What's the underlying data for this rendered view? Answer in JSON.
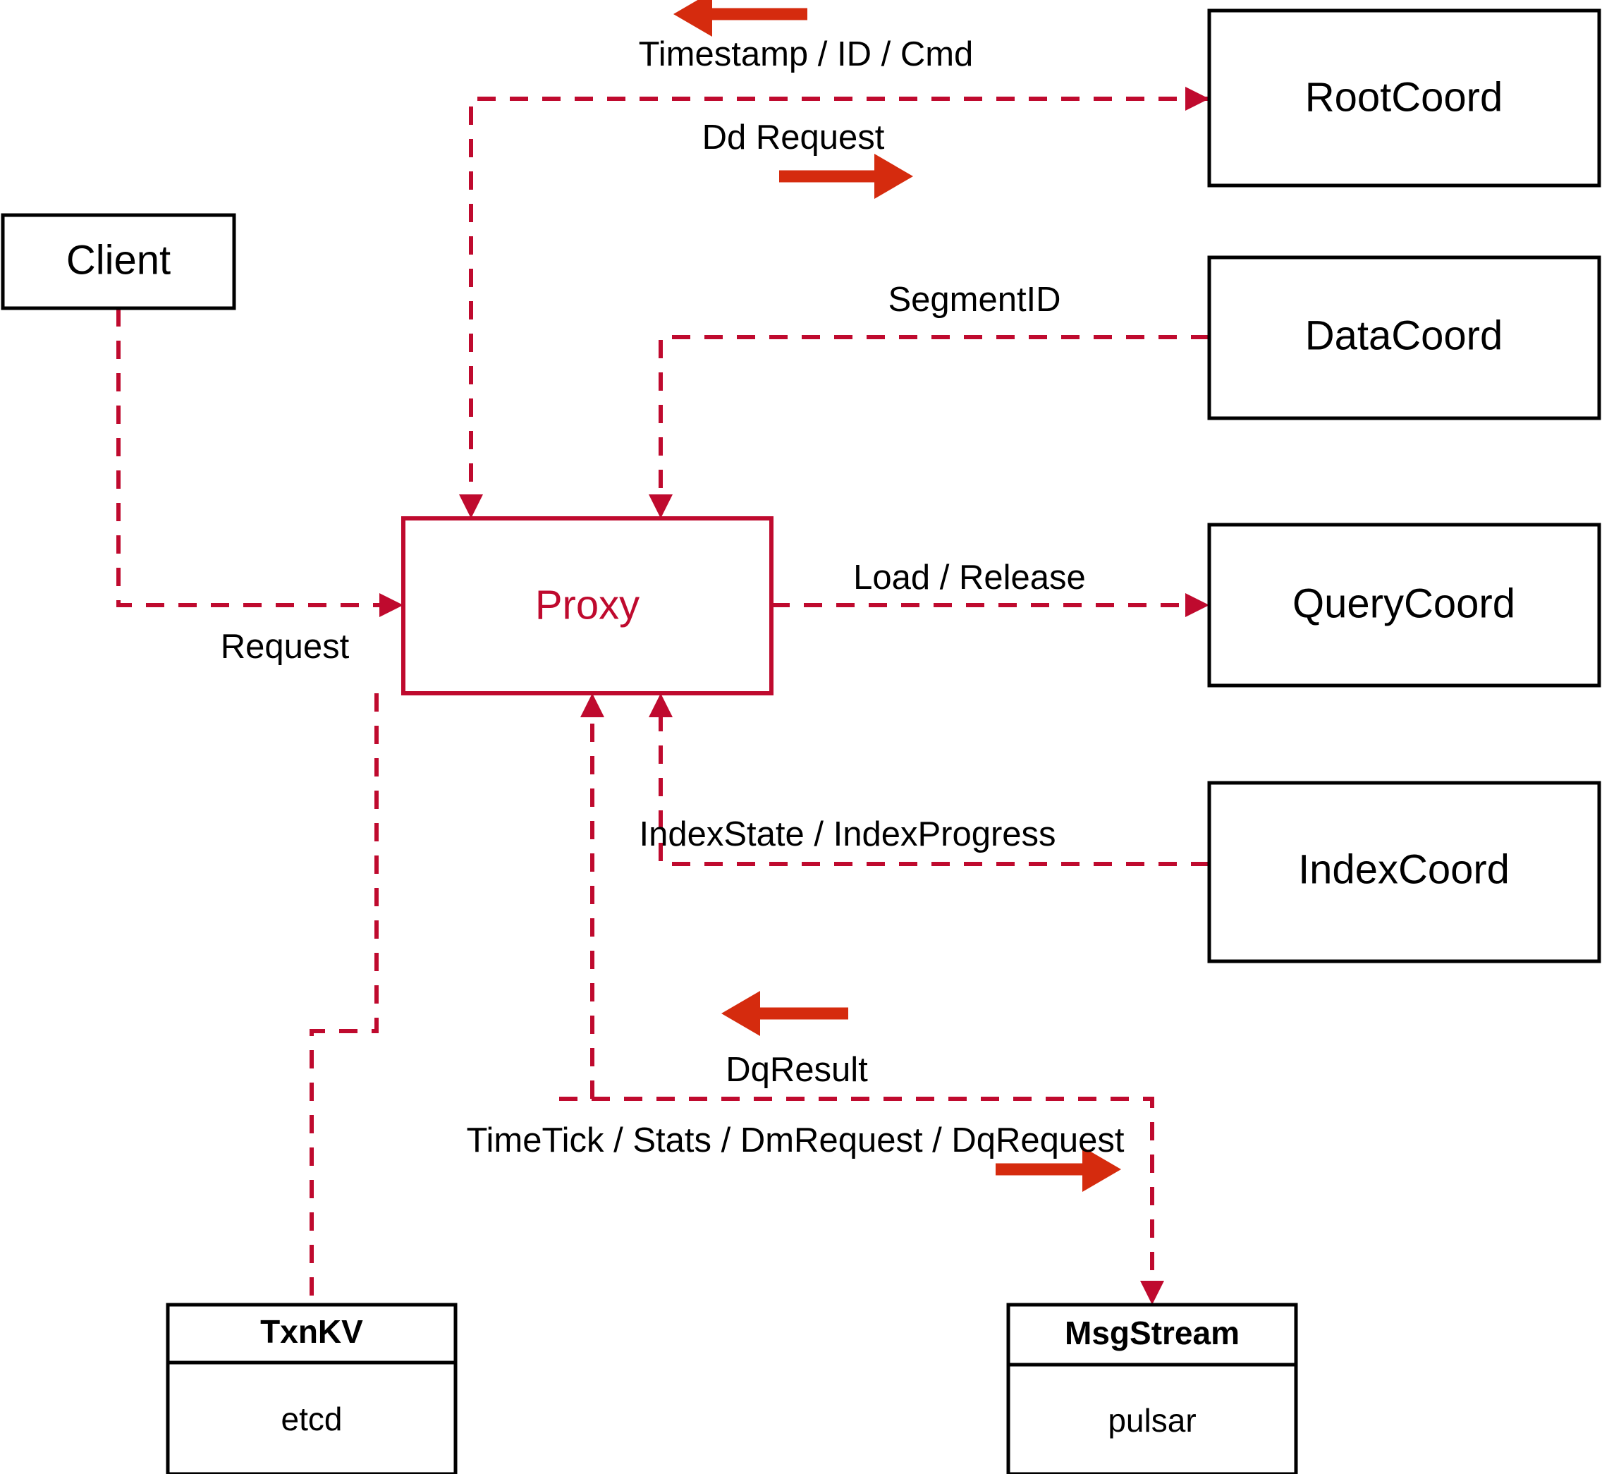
{
  "diagram": {
    "title": "Milvus Proxy interaction diagram",
    "colors": {
      "accent_red": "#bf0a2e",
      "arrow_red": "#d52b0e",
      "node_stroke": "#000000",
      "background": "#ffffff"
    }
  },
  "nodes": {
    "client": {
      "label": "Client"
    },
    "proxy": {
      "label": "Proxy"
    },
    "root_coord": {
      "label": "RootCoord"
    },
    "data_coord": {
      "label": "DataCoord"
    },
    "query_coord": {
      "label": "QueryCoord"
    },
    "index_coord": {
      "label": "IndexCoord"
    },
    "txnkv": {
      "header": "TxnKV",
      "body": "etcd"
    },
    "msgstream": {
      "header": "MsgStream",
      "body": "pulsar"
    }
  },
  "edges": [
    {
      "id": "client-to-proxy",
      "label": "Request",
      "from": "client",
      "to": "proxy",
      "direction": "right"
    },
    {
      "id": "proxy-to-rootcoord",
      "label": "Dd Request",
      "from": "proxy",
      "to": "root_coord",
      "direction": "right"
    },
    {
      "id": "rootcoord-to-proxy",
      "label": "Timestamp / ID / Cmd",
      "from": "root_coord",
      "to": "proxy",
      "direction": "left"
    },
    {
      "id": "datacoord-to-proxy",
      "label": "SegmentID",
      "from": "data_coord",
      "to": "proxy",
      "direction": "left"
    },
    {
      "id": "proxy-to-querycoord",
      "label": "Load / Release",
      "from": "proxy",
      "to": "query_coord",
      "direction": "right"
    },
    {
      "id": "indexcoord-to-proxy",
      "label": "IndexState / IndexProgress",
      "from": "index_coord",
      "to": "proxy",
      "direction": "left"
    },
    {
      "id": "msgstream-to-proxy",
      "label": "DqResult",
      "from": "msgstream",
      "to": "proxy",
      "direction": "left"
    },
    {
      "id": "proxy-to-msgstream",
      "label": "TimeTick / Stats / DmRequest / DqRequest",
      "from": "proxy",
      "to": "msgstream",
      "direction": "right"
    },
    {
      "id": "proxy-to-txnkv",
      "label": "",
      "from": "proxy",
      "to": "txnkv",
      "direction": "none"
    }
  ],
  "direction_markers": [
    {
      "id": "timestamp-marker",
      "points": "left"
    },
    {
      "id": "dd-request-marker",
      "points": "right"
    },
    {
      "id": "dqresult-marker",
      "points": "left"
    },
    {
      "id": "dqrequest-marker",
      "points": "right"
    }
  ]
}
